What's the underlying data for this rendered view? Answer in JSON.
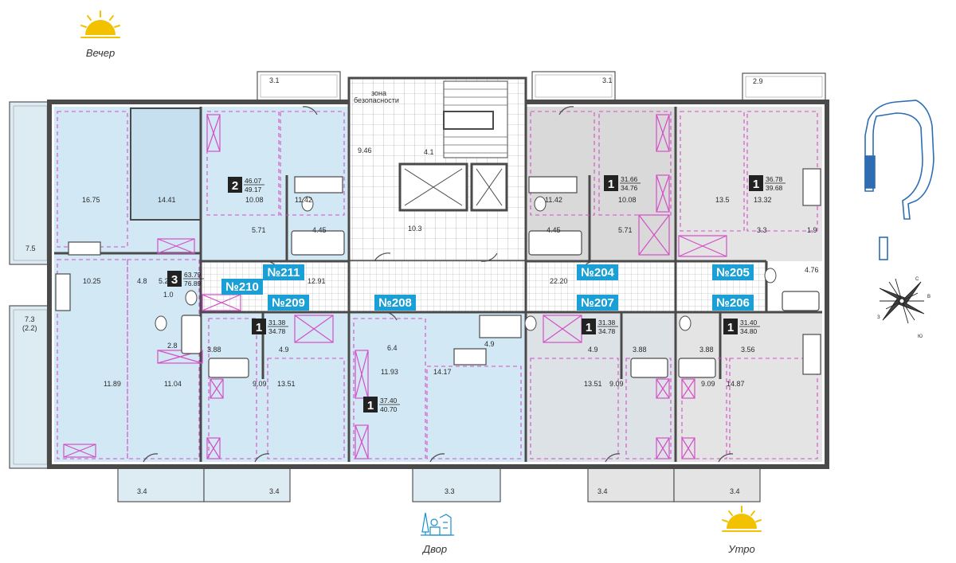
{
  "sides": {
    "evening": "Вечер",
    "morning": "Утро",
    "yard": "Двор"
  },
  "safety_zone": {
    "line1": "зона",
    "line2": "безопасности"
  },
  "compass": {
    "n": "С",
    "e": "В",
    "s": "Ю",
    "w": "З"
  },
  "colors": {
    "blue_unit": "#d3e8f5",
    "blue_light": "#ddebf3",
    "grey_unit": "#d9d9d9",
    "grey_light": "#e4e4e4",
    "tag": "#1a9fd6",
    "wall": "#4a4a4a",
    "magenta": "#d44fc8",
    "sun": "#f2c200"
  },
  "apartments": [
    {
      "no": "№211",
      "rooms": "3",
      "area_living": "63.79",
      "area_total": "76.89"
    },
    {
      "no": "№210",
      "rooms": "2",
      "area_living": "46.07",
      "area_total": "49.17"
    },
    {
      "no": "№209",
      "rooms": "1",
      "area_living": "31.38",
      "area_total": "34.78"
    },
    {
      "no": "№208",
      "rooms": "1",
      "area_living": "37.40",
      "area_total": "40.70"
    },
    {
      "no": "№207",
      "rooms": "1",
      "area_living": "31.38",
      "area_total": "34.78"
    },
    {
      "no": "№206",
      "rooms": "1",
      "area_living": "31.40",
      "area_total": "34.80"
    },
    {
      "no": "№205",
      "rooms": "1",
      "area_living": "36.78",
      "area_total": "39.68"
    },
    {
      "no": "№204",
      "rooms": "1",
      "area_living": "31.66",
      "area_total": "34.76"
    }
  ],
  "room_areas": {
    "a": "16.75",
    "b": "14.41",
    "c": "11.42",
    "d": "10.08",
    "e": "5.71",
    "f": "4.45",
    "g": "9.46",
    "h": "4.1",
    "i": "10.3",
    "j": "12.91",
    "k": "22.20",
    "l": "11.42",
    "m": "10.08",
    "n": "4.45",
    "o": "5.71",
    "p": "13.5",
    "q": "13.32",
    "r": "3.3",
    "s": "1.9",
    "t": "4.76",
    "u": "10.25",
    "v": "4.8",
    "w": "5.2",
    "x": "1.0",
    "y": "7.5",
    "z": "7.3",
    "z2": "(2.2)",
    "aa": "2.8",
    "ab": "3.88",
    "ac": "4.9",
    "ad": "11.89",
    "ae": "11.04",
    "af": "9.09",
    "ag": "13.51",
    "ah": "6.4",
    "ai": "4.9",
    "aj": "11.93",
    "ak": "14.17",
    "al": "4.9",
    "am": "3.88",
    "an": "13.51",
    "ao": "9.09",
    "ap": "3.88",
    "aq": "3.56",
    "ar": "9.09",
    "as": "14.87",
    "bal1": "3.1",
    "bal2": "3.1",
    "bal3": "2.9",
    "bal4": "3.4",
    "bal5": "3.4",
    "bal6": "3.3",
    "bal7": "3.4",
    "bal8": "3.4"
  }
}
